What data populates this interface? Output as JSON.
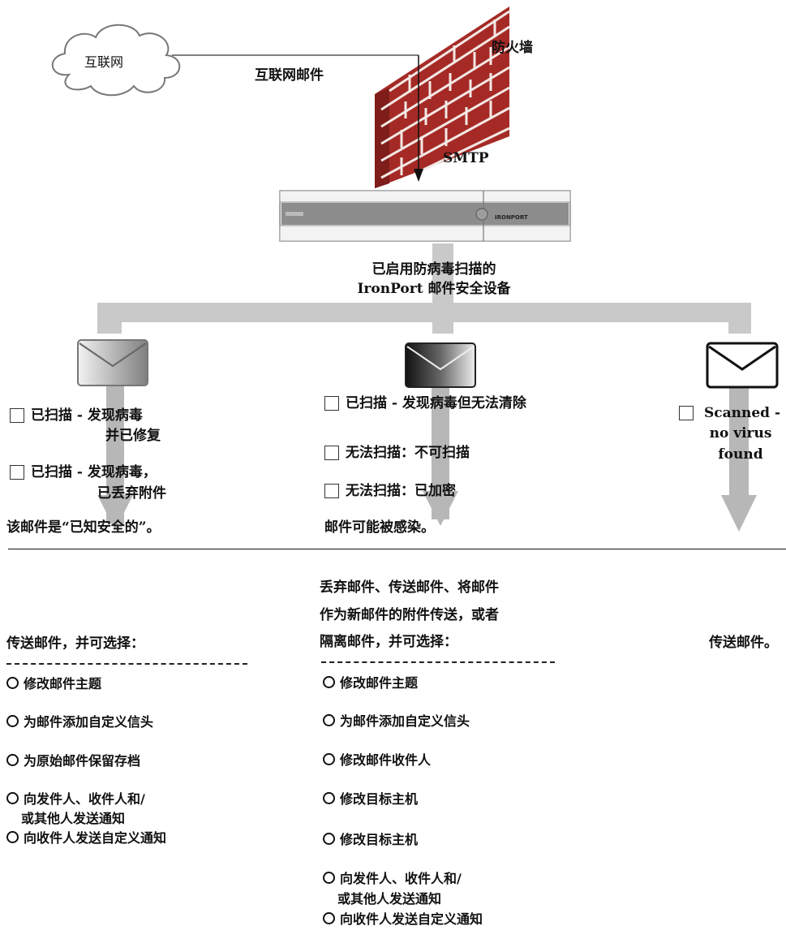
{
  "top": {
    "cloud_label": "互联网",
    "internet_mail": "互联网邮件",
    "firewall": "防火墙",
    "smtp": "SMTP",
    "appliance_brand": "IRONPORT",
    "appliance_caption_line1": "已启用防病毒扫描的",
    "appliance_caption_line2": "IronPort 邮件安全设备"
  },
  "left": {
    "check1_line1": "已扫描 - 发现病毒",
    "check1_line2": "并已修复",
    "check2_line1": "已扫描 - 发现病毒，",
    "check2_line2": "已丢弃附件",
    "status": "该邮件是“已知安全的”。",
    "action": "传送邮件，并可选择：",
    "options": [
      "修改邮件主题",
      "为邮件添加自定义信头",
      "为原始邮件保留存档",
      "向发件人、收件人和/",
      "或其他人发送通知",
      "向收件人发送自定义通知"
    ]
  },
  "middle": {
    "check1": "已扫描 - 发现病毒但无法清除",
    "check2": "无法扫描：不可扫描",
    "check3": "无法扫描：已加密",
    "status": "邮件可能被感染。",
    "action_line1": "丢弃邮件、传送邮件、将邮件",
    "action_line2": "作为新邮件的附件传送，或者",
    "action_line3": "隔离邮件，并可选择：",
    "options": [
      "修改邮件主题",
      "为邮件添加自定义信头",
      "修改邮件收件人",
      "修改目标主机",
      "修改目标主机",
      "向发件人、收件人和/",
      "或其他人发送通知",
      "向收件人发送自定义通知"
    ]
  },
  "right": {
    "check_line1": "Scanned -",
    "check_line2": "no virus",
    "check_line3": "found",
    "action": "传送邮件。"
  },
  "colors": {
    "brick": "#b0312c",
    "mortar": "#f2e6e2",
    "branch_gray": "#c9c9c9",
    "arrow_gray": "#b7b7b7"
  }
}
